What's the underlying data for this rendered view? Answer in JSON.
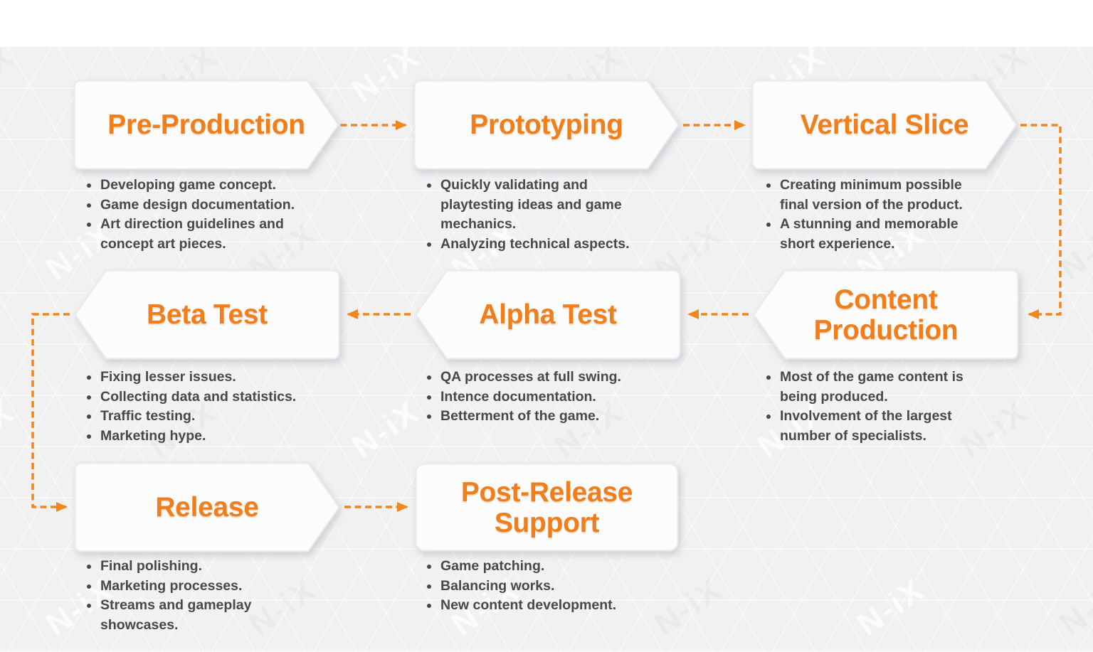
{
  "watermark": {
    "text": "N-iX"
  },
  "colors": {
    "accent_title": "#EF7E1B",
    "arrow": "#EF861F",
    "bullet_text": "#48484A",
    "box_fill": "#FCFCFD",
    "box_border": "#EAEAEC",
    "background": "#F1F1F2"
  },
  "stages": [
    {
      "id": "pre-production",
      "title": "Pre-Production",
      "bullets": [
        "Developing game concept.",
        "Game design documentation.",
        "Art direction guidelines and\nconcept art pieces."
      ]
    },
    {
      "id": "prototyping",
      "title": "Prototyping",
      "bullets": [
        "Quickly validating and\nplaytesting ideas and game\nmechanics.",
        "Analyzing technical aspects."
      ]
    },
    {
      "id": "vertical-slice",
      "title": "Vertical Slice",
      "bullets": [
        "Creating minimum possible\nfinal version of the product.",
        "A stunning and memorable\nshort experience."
      ]
    },
    {
      "id": "content-production",
      "title": "Content Production",
      "bullets": [
        "Most of the game content is\nbeing produced.",
        "Involvement of the largest\nnumber of specialists."
      ]
    },
    {
      "id": "alpha-test",
      "title": "Alpha Test",
      "bullets": [
        "QA processes at full swing.",
        "Intence documentation.",
        "Betterment of the game."
      ]
    },
    {
      "id": "beta-test",
      "title": "Beta Test",
      "bullets": [
        "Fixing lesser issues.",
        "Collecting data and statistics.",
        "Traffic testing.",
        "Marketing hype."
      ]
    },
    {
      "id": "release",
      "title": "Release",
      "bullets": [
        "Final polishing.",
        "Marketing processes.",
        "Streams and gameplay\nshowcases."
      ]
    },
    {
      "id": "post-release-support",
      "title": "Post-Release Support",
      "bullets": [
        "Game patching.",
        "Balancing works.",
        "New content development."
      ]
    }
  ]
}
